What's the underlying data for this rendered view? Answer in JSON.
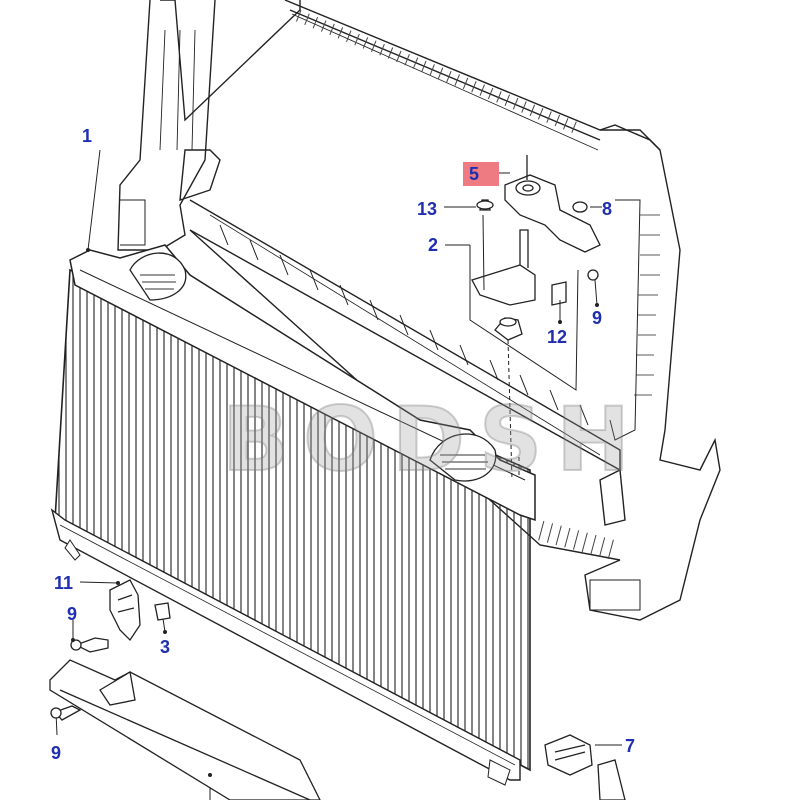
{
  "callouts": {
    "c1": "1",
    "c2": "2",
    "c3": "3",
    "c5": "5",
    "c7": "7",
    "c8": "8",
    "c9a": "9",
    "c9b": "9",
    "c9c": "9",
    "c11": "11",
    "c12": "12",
    "c13": "13"
  },
  "watermark": "BODSH",
  "colors": {
    "callout_text": "#1f2fb0",
    "highlight": "#ef7b82",
    "line": "#222222"
  }
}
